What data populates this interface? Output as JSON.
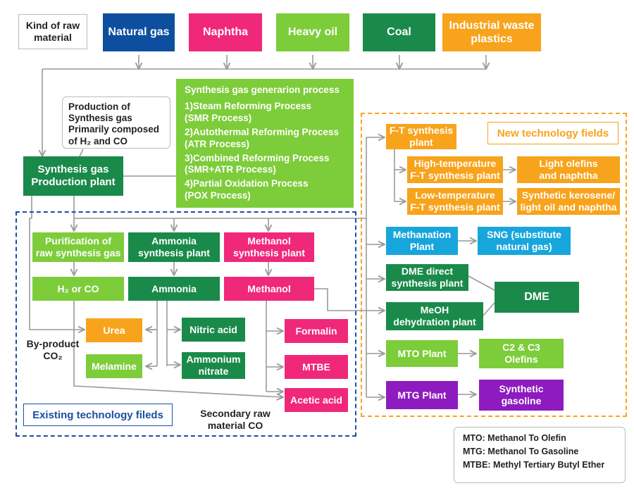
{
  "header": {
    "kind_label": "Kind of raw\nmaterial",
    "raw_materials": [
      "Natural gas",
      "Naphtha",
      "Heavy oil",
      "Coal",
      "Industrial waste\nplastics"
    ]
  },
  "callout": {
    "text": "Production of\nSynthesis gas\nPrimarily composed\nof H₂ and CO"
  },
  "process": {
    "title": "Synthesis gas generarion process",
    "items": [
      "1)Steam Reforming Process\n   (SMR Process)",
      "2)Autothermal Reforming Process\n   (ATR Process)",
      "3)Combined Reforming Process\n   (SMR+ATR Process)",
      "4)Partial Oxidation Process\n   (POX Process)"
    ]
  },
  "plant": {
    "label": "Synthesis gas\nProduction plant"
  },
  "existing": {
    "title": "Existing technology fileds",
    "purification": "Purification of\nraw synthesis gas",
    "ammonia_plant": "Ammonia\nsynthesis plant",
    "methanol_plant": "Methanol\nsynthesis plant",
    "h2co": "H₂ or CO",
    "ammonia": "Ammonia",
    "methanol": "Methanol",
    "urea": "Urea",
    "melamine": "Melamine",
    "nitric_acid": "Nitric acid",
    "ammonium_nitrate": "Ammonium\nnitrate",
    "formalin": "Formalin",
    "mtbe": "MTBE",
    "acetic_acid": "Acetic acid",
    "byproduct": "By-product\nCO₂",
    "secondary": "Secondary raw\nmaterial CO"
  },
  "newtech": {
    "title": "New technology fields",
    "ft_plant": "F-T synthesis\nplant",
    "ht_ft": "High-temperature\nF-T synthesis plant",
    "lt_ft": "Low-temperature\nF-T synthesis plant",
    "light_olefins": "Light olefins\nand naphtha",
    "kerosene": "Synthetic kerosene/\nlight oil and naphtha",
    "methanation": "Methanation\nPlant",
    "sng": "SNG (substitute\nnatural gas)",
    "dme_direct": "DME direct\nsynthesis plant",
    "meoh_dehydration": "MeOH\ndehydration plant",
    "dme": "DME",
    "mto_plant": "MTO Plant",
    "c2c3": "C2 & C3\nOlefins",
    "mtg_plant": "MTG Plant",
    "synthetic_gasoline": "Synthetic\ngasoline"
  },
  "legend": {
    "items": [
      "MTO: Methanol To Olefin",
      "MTG: Methanol To Gasoline",
      "MTBE: Methyl Tertiary Butyl Ether"
    ]
  },
  "colors": {
    "navy": "#0d4f9e",
    "pink": "#f0287a",
    "lime": "#7dcc3a",
    "green": "#1a8a4a",
    "orange": "#f8a31c",
    "blue": "#17a6dc",
    "purple": "#8d1bbf",
    "line": "#999999"
  }
}
